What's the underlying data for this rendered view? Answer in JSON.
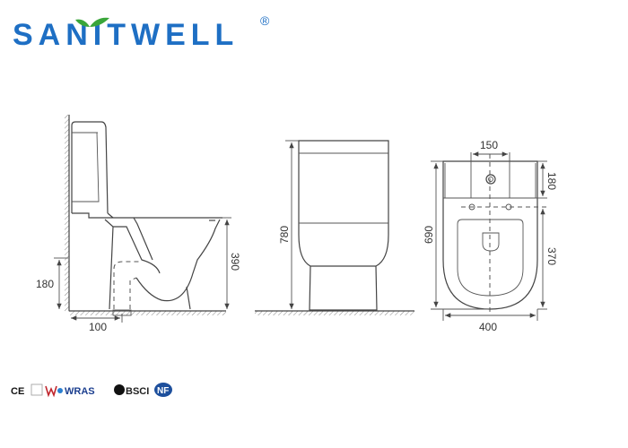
{
  "brand": {
    "name": "SANITWELL",
    "registered": "®",
    "color": "#1e6fc4",
    "leaf_color": "#3aa63a"
  },
  "side_view": {
    "dims": {
      "outlet_height": "180",
      "outlet_offset": "100",
      "seat_height": "390"
    }
  },
  "front_view": {
    "dims": {
      "total_height": "780"
    }
  },
  "top_view": {
    "dims": {
      "fixing_spacing": "150",
      "tank_depth": "180",
      "total_length": "690",
      "bowl_length": "370",
      "width": "400"
    }
  },
  "certifications": [
    "CE",
    "WRAS",
    "BSCI",
    "NF"
  ]
}
